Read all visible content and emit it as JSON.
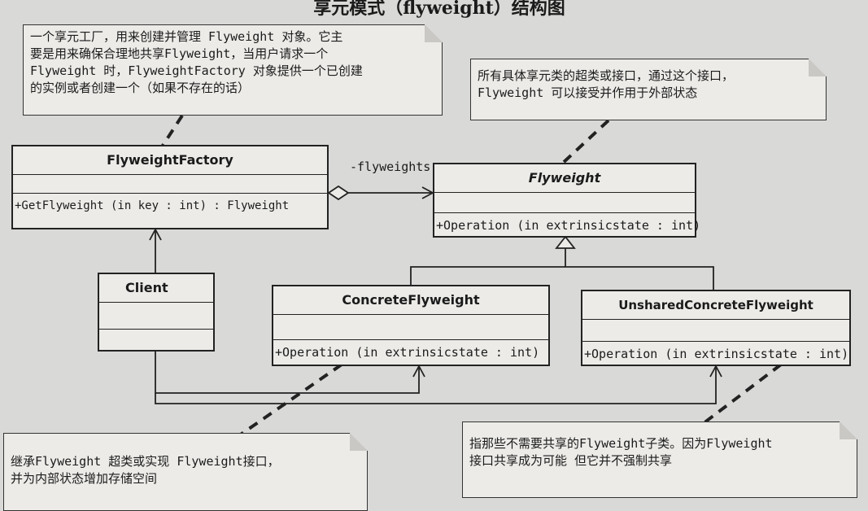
{
  "title": "享元模式（flyweight）结构图",
  "notes": {
    "factory": [
      "一个享元工厂，用来创建并管理 Flyweight 对象。它主",
      "要是用来确保合理地共享Flyweight，当用户请求一个",
      "Flyweight 时，FlyweightFactory 对象提供一个已创建",
      "的实例或者创建一个（如果不存在的话）"
    ],
    "flyweight": [
      "所有具体享元类的超类或接口，通过这个接口，",
      "Flyweight 可以接受并作用于外部状态"
    ],
    "concrete": [
      "继承Flyweight 超类或实现 Flyweight接口，",
      "并为内部状态增加存储空间"
    ],
    "unshared": [
      "指那些不需要共享的Flyweight子类。因为Flyweight",
      "接口共享成为可能  但它并不强制共享"
    ]
  },
  "classes": {
    "factory": {
      "name": "FlyweightFactory",
      "op": "+GetFlyweight (in key  : int) : Flyweight"
    },
    "flyweight": {
      "name": "Flyweight",
      "op": "+Operation (in extrinsicstate  : int)"
    },
    "client": {
      "name": "Client"
    },
    "concrete": {
      "name": "ConcreteFlyweight",
      "op": "+Operation (in extrinsicstate  : int)"
    },
    "unshared": {
      "name": "UnsharedConcreteFlyweight",
      "op": "+Operation (in extrinsicstate  : int)"
    }
  },
  "association_label": "-flyweights"
}
